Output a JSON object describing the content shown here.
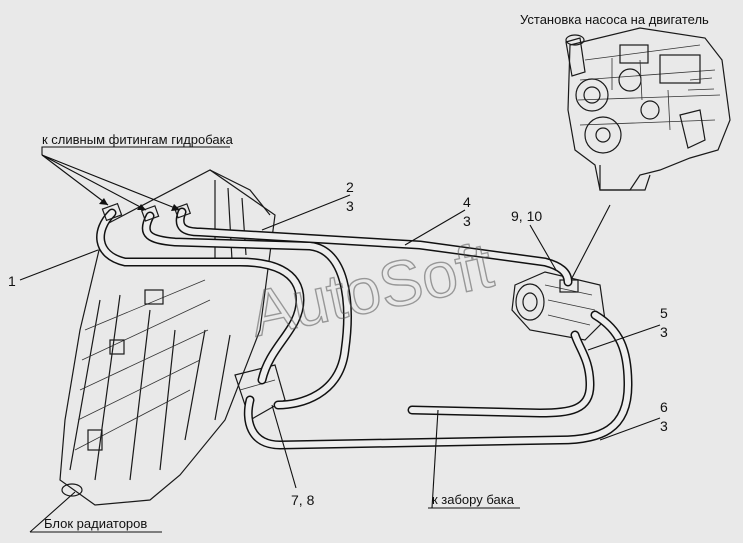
{
  "labels": {
    "pump_install": "Установка насоса на двигатель",
    "drain_fittings": "к сливным фитингам гидробака",
    "tank_intake": "к забору бака",
    "radiator_block": "Блок радиаторов"
  },
  "callouts": {
    "c1": "1",
    "c2": "2",
    "c2b": "3",
    "c4": "4",
    "c4b": "3",
    "c9": "9, 10",
    "c5": "5",
    "c5b": "3",
    "c6": "6",
    "c6b": "3",
    "c7": "7, 8"
  },
  "watermark": "AutoSoft"
}
